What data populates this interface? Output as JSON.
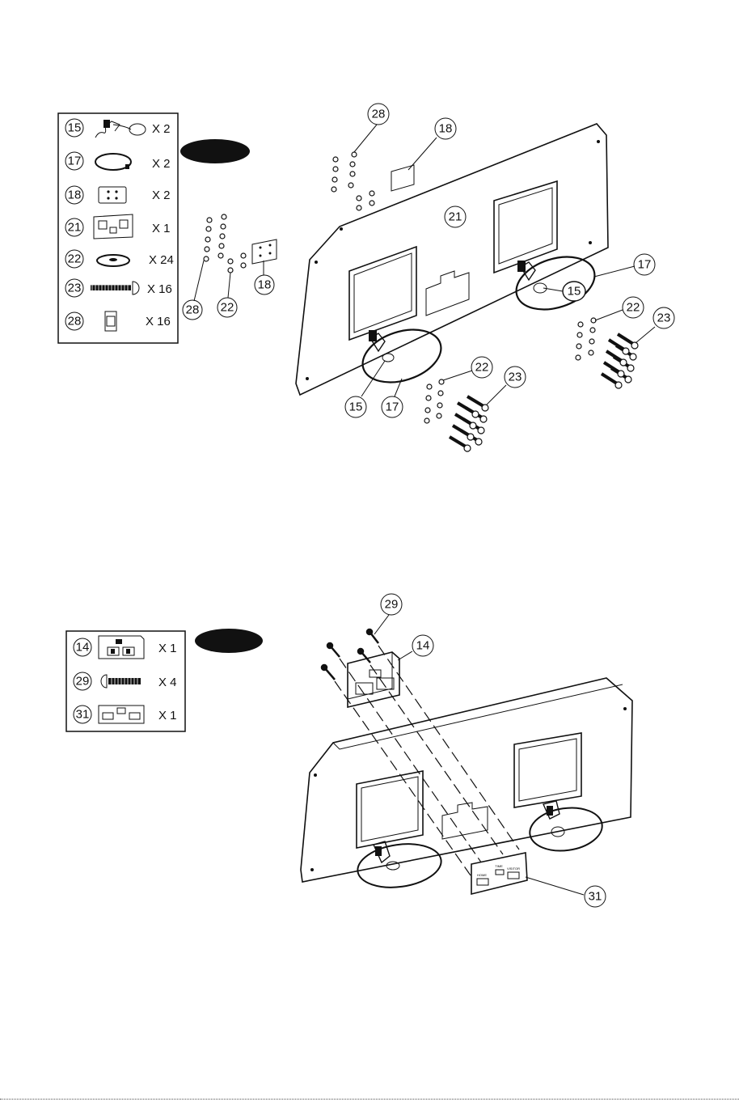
{
  "step1": {
    "parts": [
      {
        "num": "15",
        "qty": "X 2",
        "icon": "sensor-cable-icon"
      },
      {
        "num": "17",
        "qty": "X 2",
        "icon": "ring-icon"
      },
      {
        "num": "18",
        "qty": "X 2",
        "icon": "plate-icon"
      },
      {
        "num": "21",
        "qty": "X 1",
        "icon": "backboard-icon"
      },
      {
        "num": "22",
        "qty": "X 24",
        "icon": "washer-icon"
      },
      {
        "num": "23",
        "qty": "X 16",
        "icon": "bolt-icon"
      },
      {
        "num": "28",
        "qty": "X 16",
        "icon": "nut-icon"
      }
    ],
    "callouts": [
      "28",
      "18",
      "21",
      "17",
      "15",
      "22",
      "23",
      "22",
      "23",
      "15",
      "17",
      "28",
      "22",
      "18"
    ]
  },
  "step2": {
    "parts": [
      {
        "num": "14",
        "qty": "X 1",
        "icon": "score-box-icon"
      },
      {
        "num": "29",
        "qty": "X 4",
        "icon": "screw-icon"
      },
      {
        "num": "31",
        "qty": "X 1",
        "icon": "panel-icon"
      }
    ],
    "callouts": [
      "29",
      "14",
      "31"
    ],
    "panel_labels": [
      "HOME",
      "TIME",
      "VISITOR"
    ]
  }
}
